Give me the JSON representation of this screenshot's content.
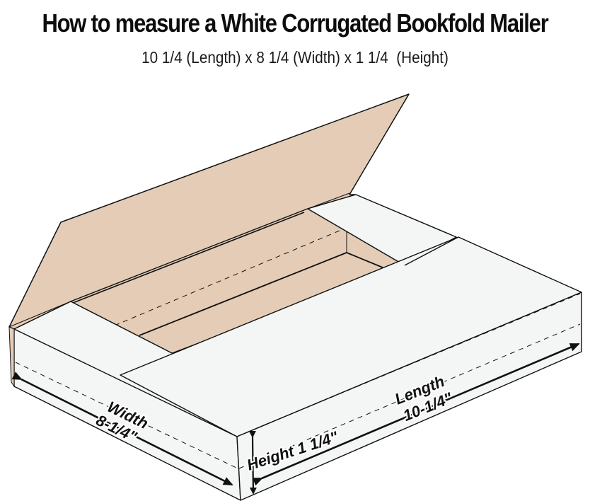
{
  "header": {
    "title": "How to measure a White Corrugated Bookfold Mailer",
    "subtitle": "10 1/4 (Length) x 8 1/4 (Width) x 1 1/4  (Height)"
  },
  "diagram": {
    "subject": "White Corrugated Bookfold Mailer (open, isometric view)",
    "colors": {
      "kraft_interior": "#E4CCB6",
      "white_exterior": "#F4F6F5",
      "outline": "#111111"
    },
    "labels": {
      "width_name": "Width",
      "width_value": "8-1/4\"",
      "length_name": "Length",
      "length_value": "10-1/4\"",
      "height_label": "Height 1 1/4\""
    }
  }
}
